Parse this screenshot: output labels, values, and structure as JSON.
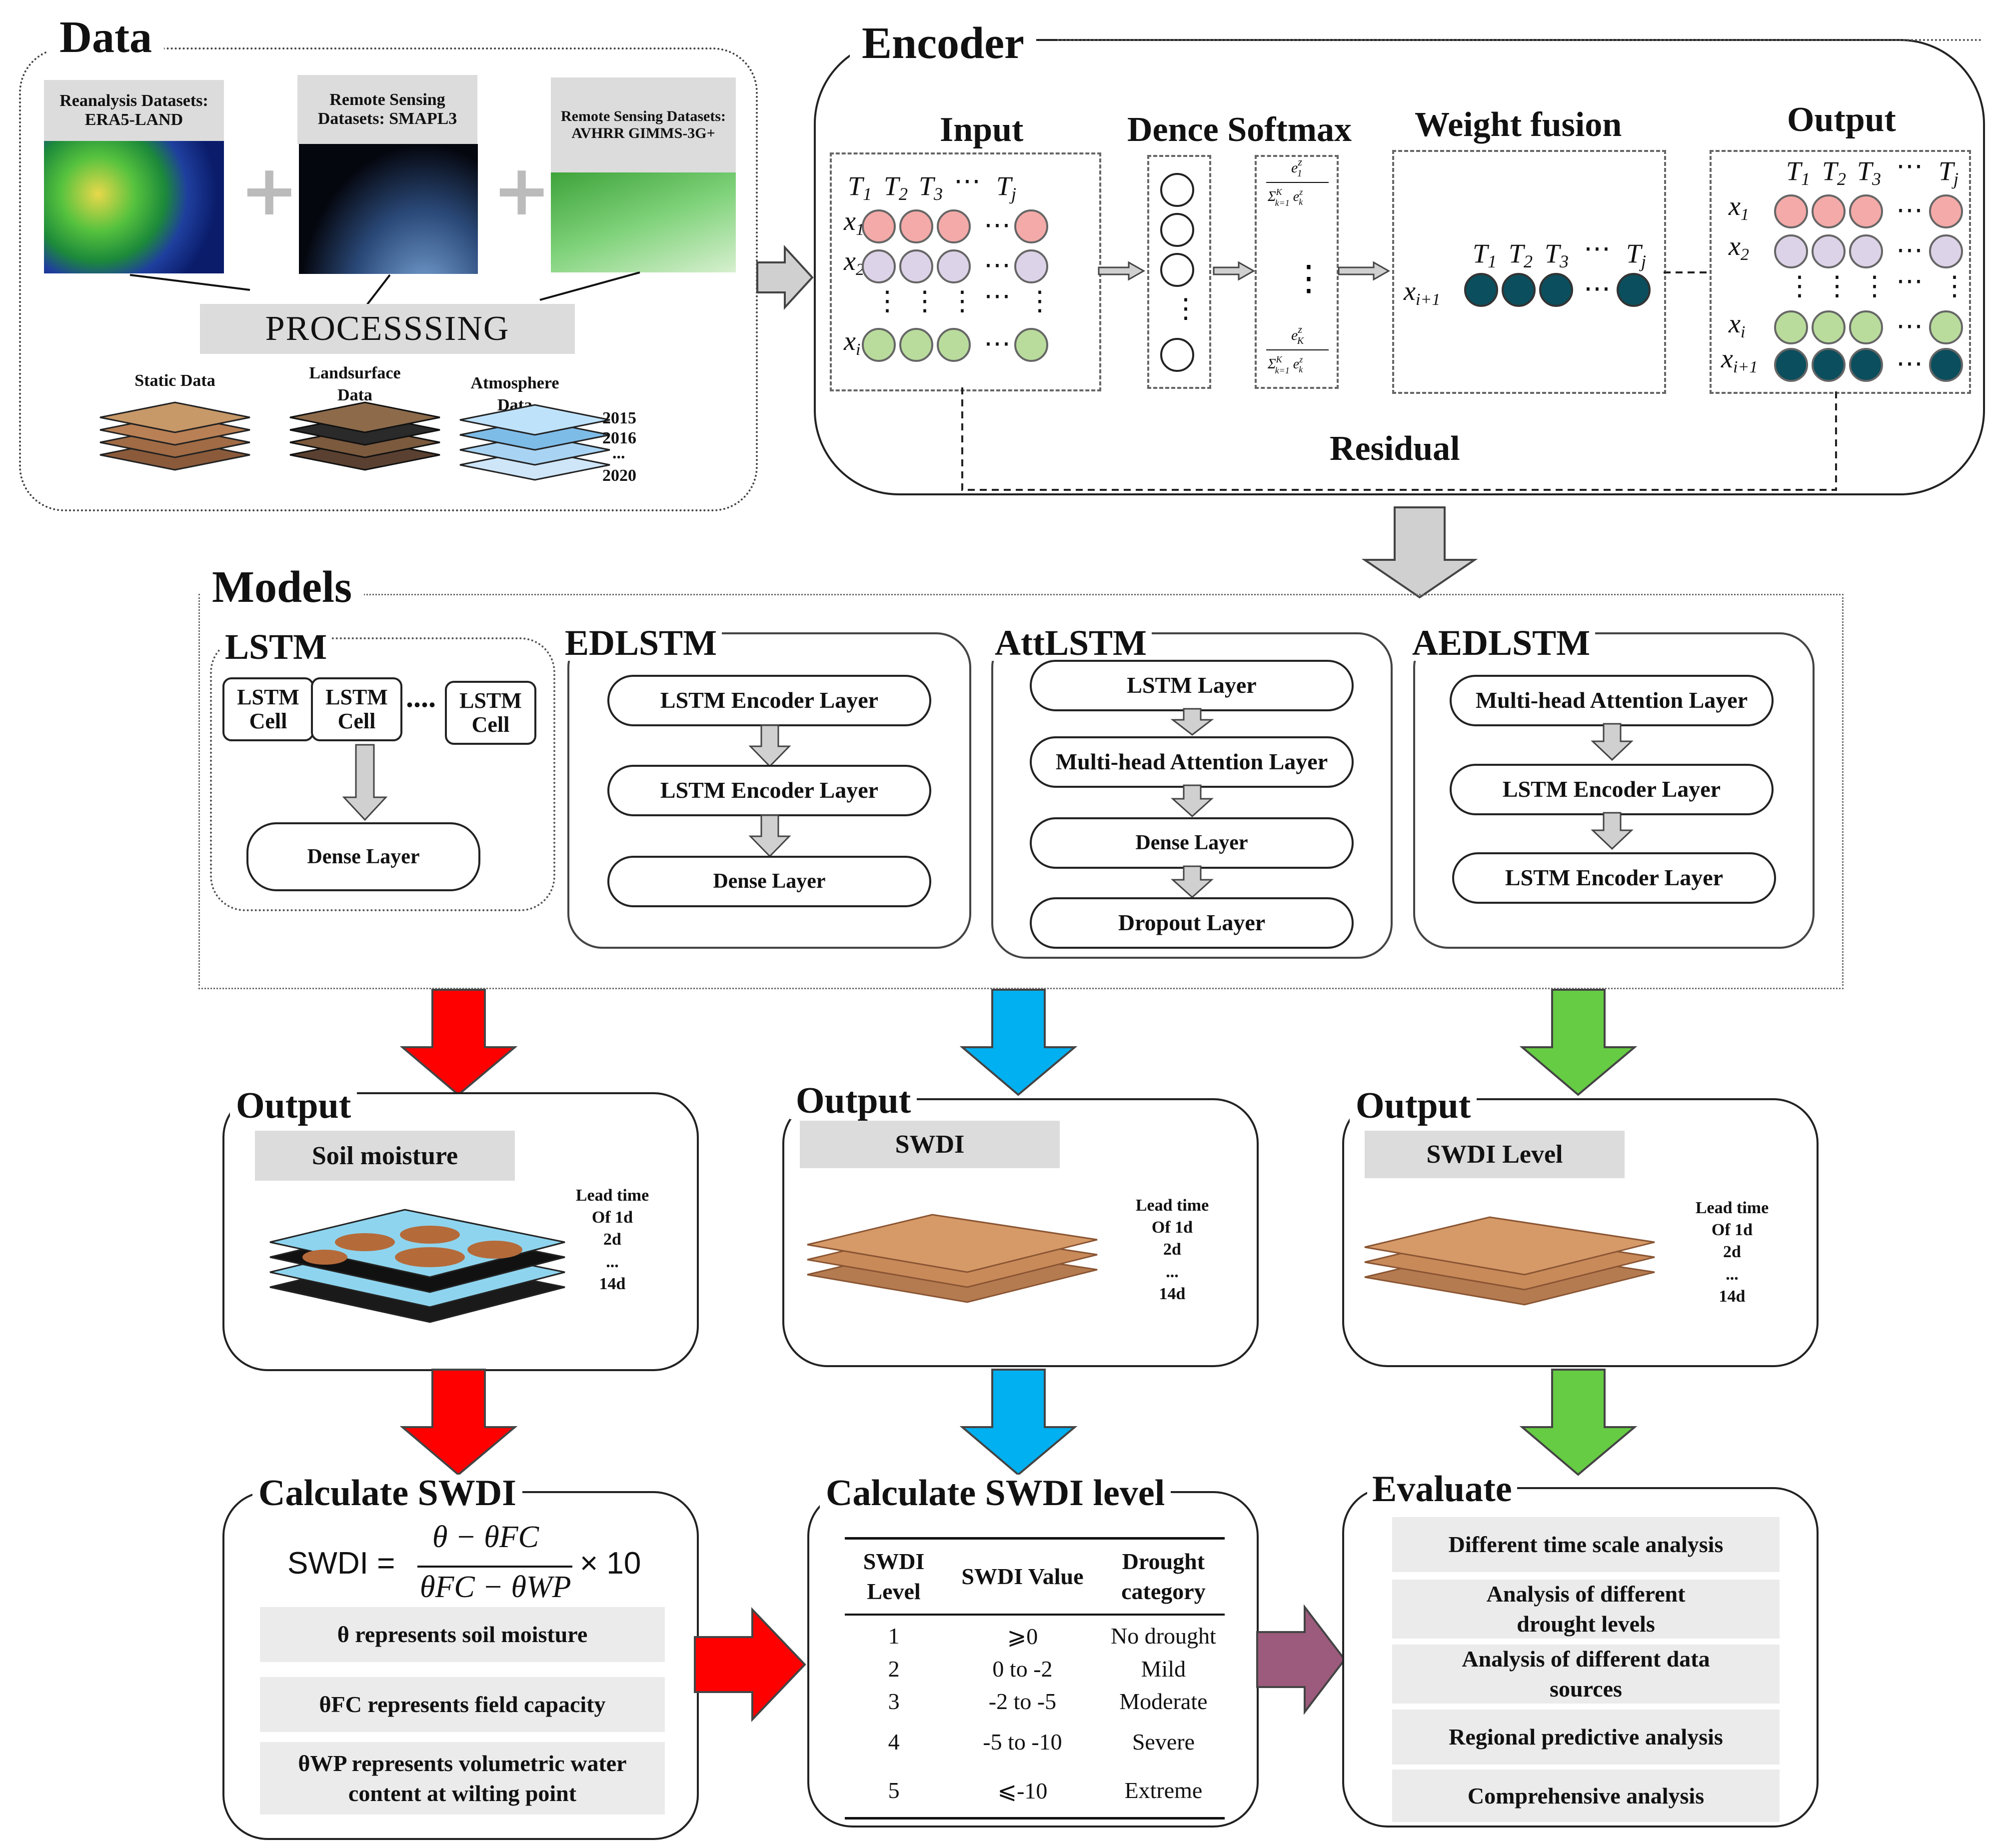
{
  "data": {
    "title": "Data",
    "ds1": "Reanalysis Datasets: ERA5-LAND",
    "ds2": "Remote Sensing Datasets: SMAPL3",
    "ds3": "Remote Sensing Datasets: AVHRR GIMMS-3G+",
    "processing": "PROCESSSING",
    "static": "Static Data",
    "landsurface": "Landsurface Data",
    "atmosphere": "Atmosphere Data",
    "years": [
      "2015",
      "2016",
      "...",
      "2020"
    ]
  },
  "encoder": {
    "title": "Encoder",
    "input": "Input",
    "dense_softmax": "Dence Softmax",
    "weight_fusion": "Weight fusion",
    "output": "Output",
    "residual": "Residual",
    "time_labels": [
      "T1",
      "T2",
      "T3",
      "Tj"
    ],
    "row_labels": [
      "x1",
      "x2",
      "xi",
      "xi+1"
    ],
    "colors": {
      "pink": "#f4aaa8",
      "lavender": "#ddd3e8",
      "green": "#b9dc9c",
      "teal": "#0b4e5d"
    }
  },
  "models": {
    "title": "Models",
    "lstm": {
      "title": "LSTM",
      "cell": "LSTM Cell",
      "dense": "Dense Layer"
    },
    "edlstm": {
      "title": "EDLSTM",
      "layers": [
        "LSTM Encoder Layer",
        "LSTM Encoder Layer",
        "Dense Layer"
      ]
    },
    "attlstm": {
      "title": "AttLSTM",
      "layers": [
        "LSTM Layer",
        "Multi-head Attention Layer",
        "Dense Layer",
        "Dropout Layer"
      ]
    },
    "aedlstm": {
      "title": "AEDLSTM",
      "layers": [
        "Multi-head Attention Layer",
        "LSTM Encoder Layer",
        "LSTM Encoder Layer"
      ]
    }
  },
  "outputs": [
    {
      "title": "Output",
      "label": "Soil moisture",
      "lead": [
        "Lead time",
        "Of 1d",
        "2d",
        "...",
        "14d"
      ]
    },
    {
      "title": "Output",
      "label": "SWDI",
      "lead": [
        "Lead time",
        "Of 1d",
        "2d",
        "...",
        "14d"
      ]
    },
    {
      "title": "Output",
      "label": "SWDI Level",
      "lead": [
        "Lead time",
        "Of 1d",
        "2d",
        "...",
        "14d"
      ]
    }
  ],
  "calc": {
    "title": "Calculate SWDI",
    "formula_lhs": "SWDI =",
    "formula_num": "θ − θFC",
    "formula_den": "θFC − θWP",
    "formula_mult": "× 10",
    "notes": [
      "θ represents soil moisture",
      "θFC represents field capacity",
      "θWP represents volumetric water content at wilting point"
    ]
  },
  "level": {
    "title": "Calculate SWDI level",
    "headers": [
      "SWDI Level",
      "SWDI Value",
      "Drought category"
    ],
    "rows": [
      [
        "1",
        "⩾0",
        "No drought"
      ],
      [
        "2",
        "0 to -2",
        "Mild"
      ],
      [
        "3",
        "-2 to -5",
        "Moderate"
      ],
      [
        "4",
        "-5 to -10",
        "Severe"
      ],
      [
        "5",
        "⩽-10",
        "Extreme"
      ]
    ]
  },
  "evaluate": {
    "title": "Evaluate",
    "items": [
      "Different time scale analysis",
      "Analysis of different drought levels",
      "Analysis of different data sources",
      "Regional predictive analysis",
      "Comprehensive analysis"
    ]
  },
  "arrow_colors": {
    "red": "#ff0000",
    "blue": "#00b0f0",
    "green": "#66cc44",
    "purple": "#9c5a7c",
    "gray": "#d0d0d0"
  }
}
